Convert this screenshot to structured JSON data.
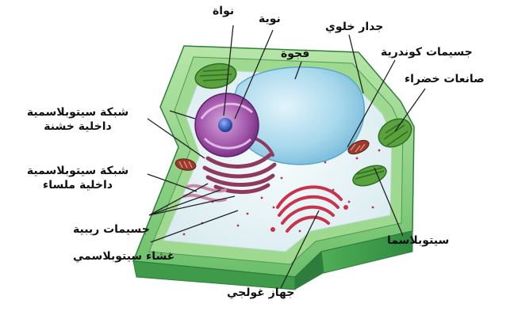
{
  "labels": {
    "nucleus": "نواة",
    "nucleolus": "نوية",
    "cell_wall": "جدار خلوي",
    "vacuole": "فجوة",
    "mitochondria": "جسيمات كوندرية",
    "chloroplasts": "صانعات خضراء",
    "rough_er_line1": "شبكة سيتوبلاسمية",
    "rough_er_line2": "داخلية خشنة",
    "smooth_er_line1": "شبكة سيتوبلاسمية",
    "smooth_er_line2": "داخلية ملساء",
    "ribosomes": "جسيمات ريبية",
    "cell_membrane": "غشاء سيتوبلاسمي",
    "cytoplasm": "سيتوبلاسما",
    "golgi": "جهاز غولجي"
  },
  "colors": {
    "cell_wall": "#7fc97a",
    "cell_wall_dark": "#3f9a49",
    "cytoplasm": "#eaf4f7",
    "vacuole": "#a9d9ec",
    "nucleus": "#8a3f95",
    "nucleolus": "#2b4fa8",
    "rough_er": "#8e3a5e",
    "golgi": "#c8324a",
    "chloroplast": "#5aa23d",
    "mitochondria": "#9a3b2d",
    "leader_line": "#222222"
  }
}
